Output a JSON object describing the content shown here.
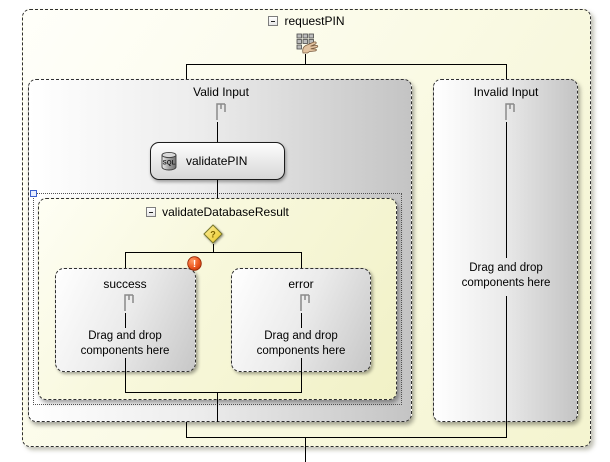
{
  "flow": {
    "title": "requestPIN",
    "collapse_icon": "minus-square",
    "trigger_icon": "pin-keypad"
  },
  "valid_branch": {
    "label": "Valid Input",
    "icon": "flow-step"
  },
  "invalid_branch": {
    "label": "Invalid Input",
    "icon": "flow-step",
    "placeholder": "Drag and drop components here"
  },
  "validate_pin": {
    "label": "validatePIN",
    "icon": "sql-database",
    "icon_text": "SQL"
  },
  "choice": {
    "title": "validateDatabaseResult",
    "collapse_icon": "minus-square",
    "icon": "choice-diamond",
    "icon_text": "?"
  },
  "success_branch": {
    "label": "success",
    "icon": "flow-step",
    "placeholder": "Drag and drop components here"
  },
  "error_branch": {
    "label": "error",
    "icon": "flow-step",
    "placeholder": "Drag and drop components here"
  },
  "error_badge": {
    "icon": "error-exclamation",
    "text": "!"
  },
  "colors": {
    "line": "#000000",
    "flow_bg": "#f6f6d3",
    "branch_gray": "#c4c4c4",
    "choice_bg": "#f3f3cb",
    "diamond_yellow": "#f0cf3a",
    "error_red": "#e14a1d",
    "selection_blue": "#3a5fcd"
  }
}
